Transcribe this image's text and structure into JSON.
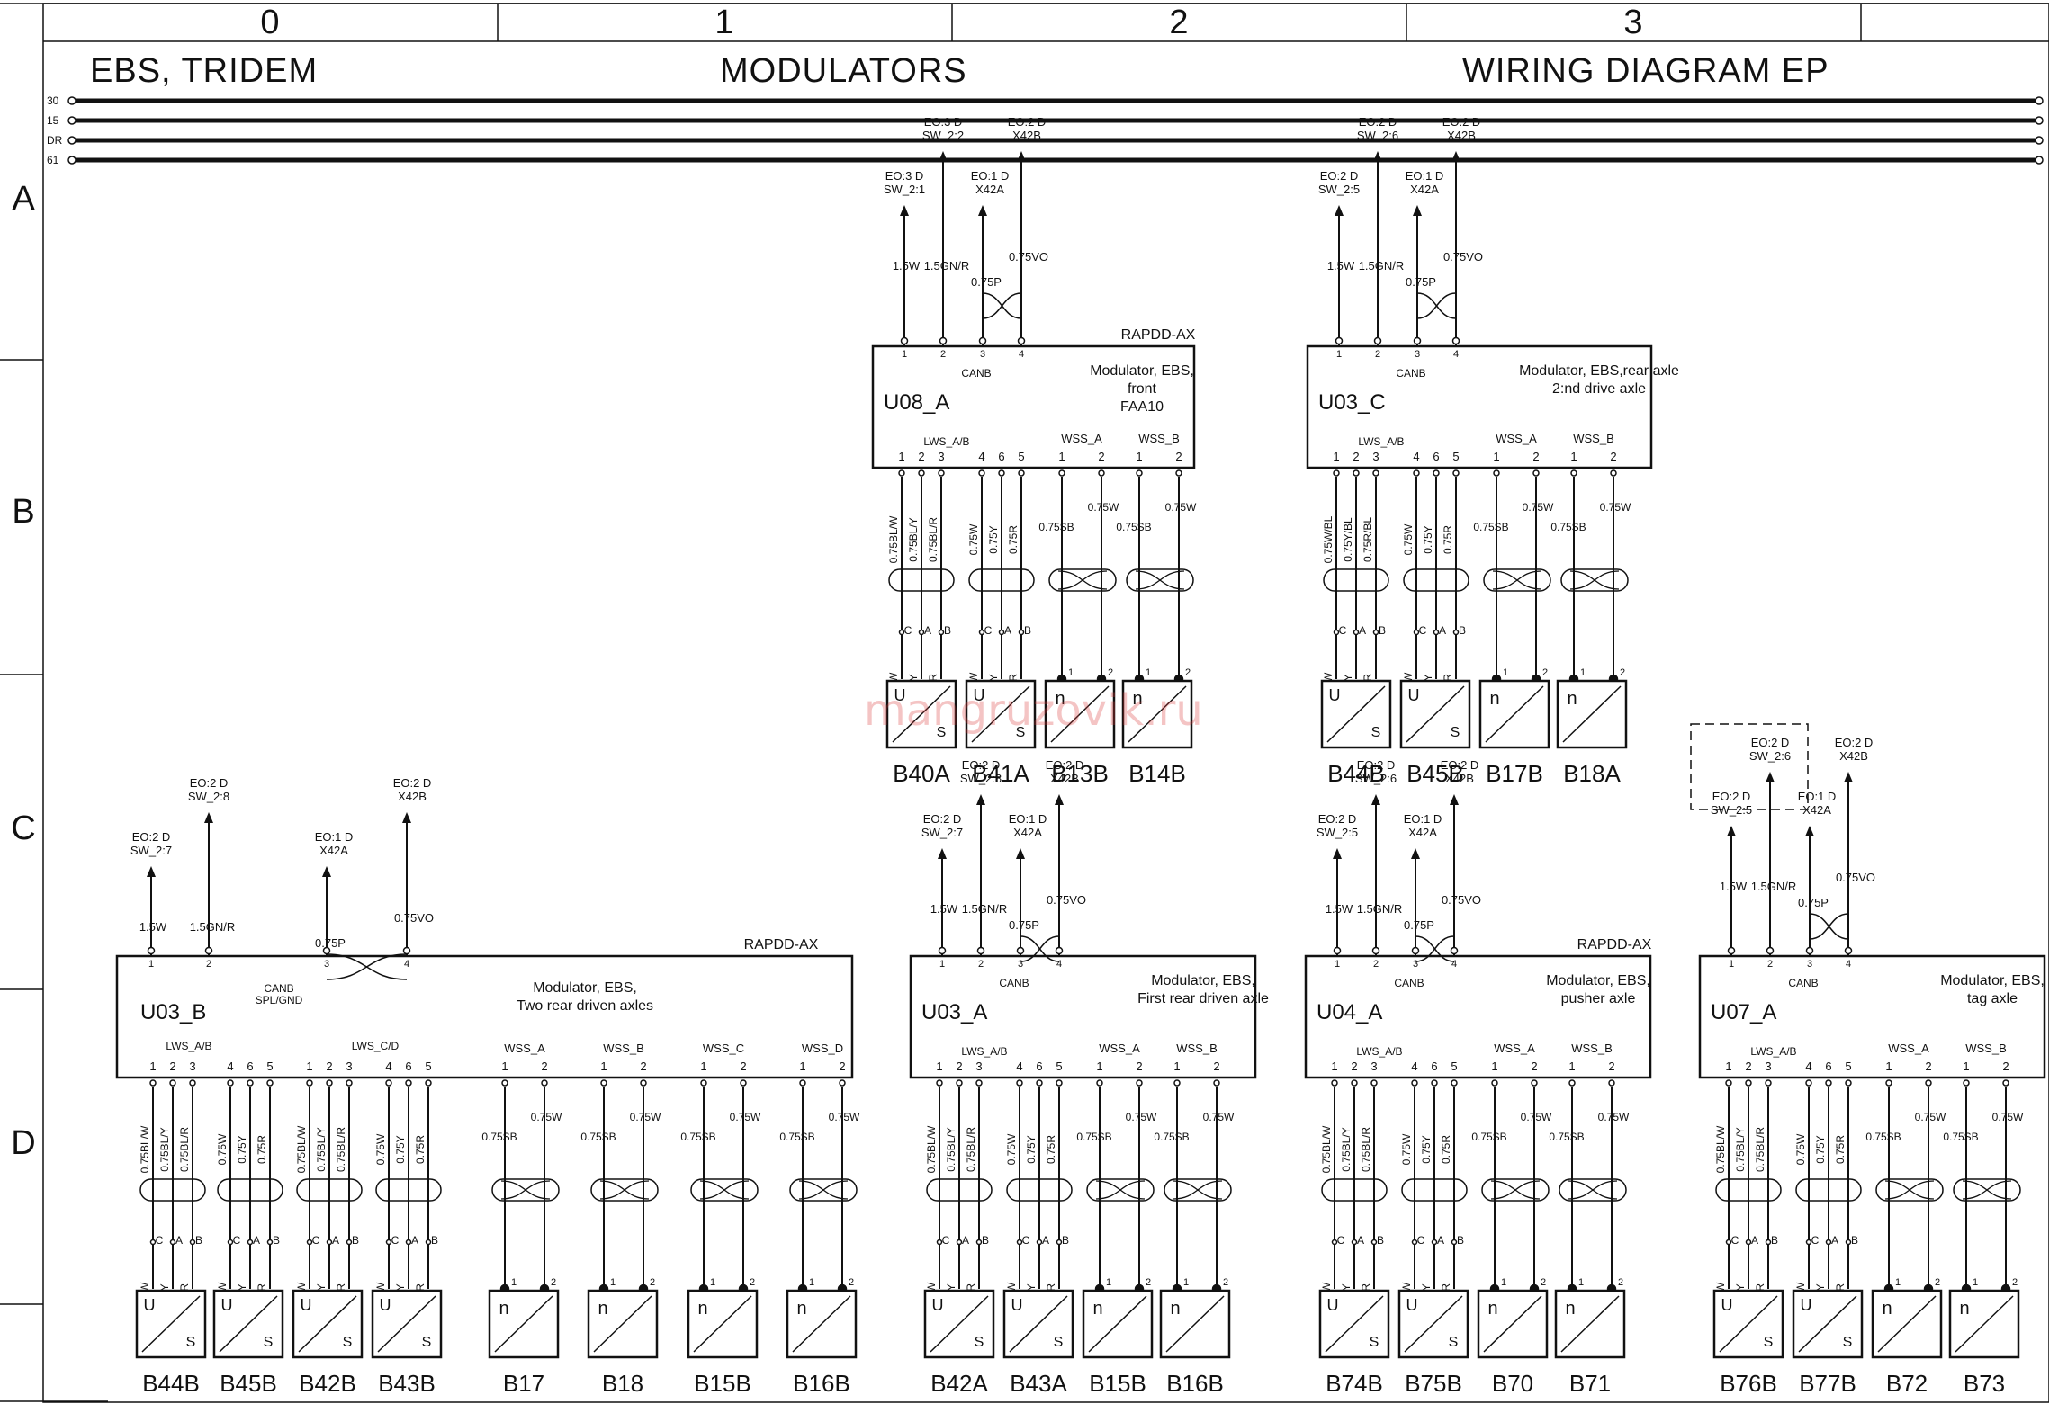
{
  "frame": {
    "columns": [
      "0",
      "1",
      "2",
      "3"
    ],
    "rows": [
      "A",
      "B",
      "C",
      "D"
    ],
    "title_left": "EBS, TRIDEM",
    "title_center": "MODULATORS",
    "title_right": "WIRING DIAGRAM EP",
    "watermark": "mangruzovik.ru"
  },
  "busbars": [
    "30",
    "15",
    "DR",
    "61"
  ],
  "common": {
    "canb": "CANB",
    "lws_ab": "LWS_A/B",
    "lws_cd": "LWS_C/D",
    "wss_a": "WSS_A",
    "wss_b": "WSS_B",
    "wss_c": "WSS_C",
    "wss_d": "WSS_D",
    "rapdd": "RAPDD-AX",
    "wire_15w": "1.5W",
    "wire_15gnr": "1.5GN/R",
    "wire_075p": "0.75P",
    "wire_075vo": "0.75VO",
    "wire_075sb": "0.75SB",
    "wire_075w": "0.75W",
    "top_wires": [
      "0.75BL/W",
      "0.75BL/Y",
      "0.75BL/R"
    ],
    "top_wires_u03c": [
      "0.75W/BL",
      "0.75Y/BL",
      "0.75R/BL"
    ],
    "mid_wires": [
      "0.75W",
      "0.75Y",
      "0.75R"
    ],
    "low_wires": [
      "0.75W",
      "0.75Y",
      "0.75R"
    ],
    "cab": [
      "C",
      "A",
      "B"
    ],
    "sensor_u": "U",
    "sensor_s": "S",
    "sensor_n": "n"
  },
  "modulators": [
    {
      "id": "U08_A",
      "desc": [
        "Modulator, EBS,",
        "front",
        "FAA10"
      ],
      "conn_labels": [
        [
          "EO:3 D",
          "SW_2:1"
        ],
        [
          "EO:3 D",
          "SW_2:2"
        ],
        [
          "EO:1 D",
          "X42A"
        ],
        [
          "EO:2 D",
          "X42B"
        ]
      ],
      "sensors": [
        "B40A",
        "B41A",
        "B13B",
        "B14B"
      ]
    },
    {
      "id": "U03_C",
      "desc": [
        "Modulator, EBS,rear axle",
        "2:nd drive axle"
      ],
      "conn_labels": [
        [
          "EO:2 D",
          "SW_2:5"
        ],
        [
          "EO:2 D",
          "SW_2:6"
        ],
        [
          "EO:1 D",
          "X42A"
        ],
        [
          "EO:2 D",
          "X42B"
        ]
      ],
      "sensors": [
        "B44B",
        "B45B",
        "B17B",
        "B18A"
      ]
    },
    {
      "id": "U03_B",
      "desc": [
        "Modulator, EBS,",
        "Two rear driven axles"
      ],
      "canb_extra": "SPL/GND",
      "conn_labels": [
        [
          "EO:2 D",
          "SW_2:7"
        ],
        [
          "EO:2 D",
          "SW_2:8"
        ],
        [
          "EO:1 D",
          "X42A"
        ],
        [
          "EO:2 D",
          "X42B"
        ]
      ],
      "sensors": [
        "B44B",
        "B45B",
        "B42B",
        "B43B",
        "B17",
        "B18",
        "B15B",
        "B16B"
      ]
    },
    {
      "id": "U03_A",
      "desc": [
        "Modulator, EBS,",
        "First rear driven axle"
      ],
      "conn_labels": [
        [
          "EO:2 D",
          "SW_2:7"
        ],
        [
          "EO:2 D",
          "SW_2:8"
        ],
        [
          "EO:1 D",
          "X42A"
        ],
        [
          "EO:2 D",
          "X42B"
        ]
      ],
      "sensors": [
        "B42A",
        "B43A",
        "B15B",
        "B16B"
      ]
    },
    {
      "id": "U04_A",
      "desc": [
        "Modulator, EBS,",
        "pusher axle"
      ],
      "conn_labels": [
        [
          "EO:2 D",
          "SW_2:5"
        ],
        [
          "EO:2 D",
          "SW_2:6"
        ],
        [
          "EO:1 D",
          "X42A"
        ],
        [
          "EO:2 D",
          "X42B"
        ]
      ],
      "sensors": [
        "B74B",
        "B75B",
        "B70",
        "B71"
      ]
    },
    {
      "id": "U07_A",
      "desc": [
        "Modulator, EBS,",
        "tag axle"
      ],
      "conn_labels": [
        [
          "EO:2 D",
          "SW_2:5"
        ],
        [
          "EO:2 D",
          "SW_2:6"
        ],
        [
          "EO:1 D",
          "X42A"
        ],
        [
          "EO:2 D",
          "X42B"
        ]
      ],
      "sensors": [
        "B76B",
        "B77B",
        "B72",
        "B73"
      ]
    }
  ]
}
